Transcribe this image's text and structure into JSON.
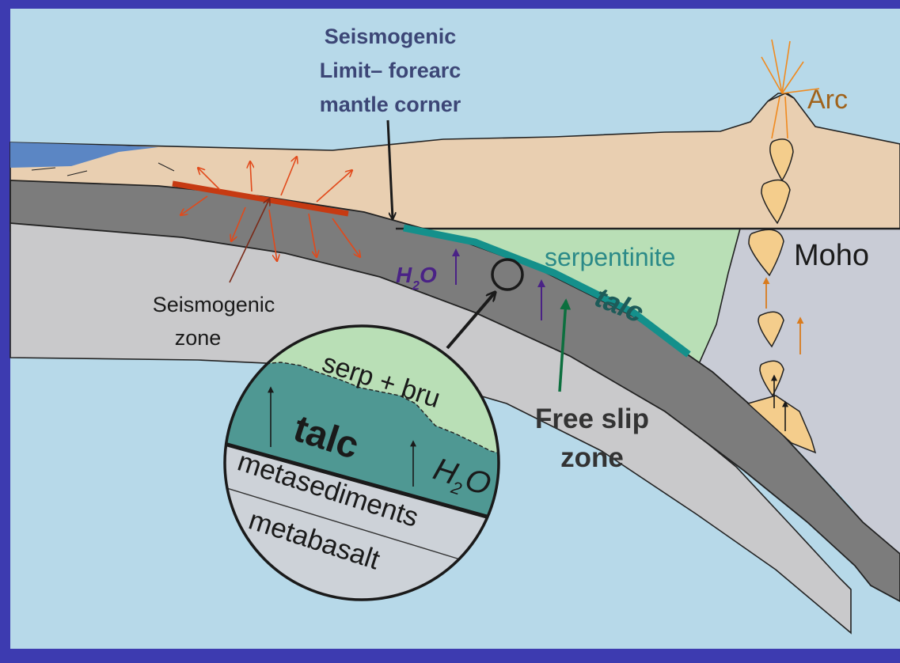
{
  "labels": {
    "title_line1": "Seismogenic",
    "title_line2": "Limit– forearc",
    "title_line3": "mantle corner",
    "arc": "Arc",
    "moho": "Moho",
    "serpentinite": "serpentinite",
    "talc_slab": "talc",
    "water_main": "H",
    "water_sub": "2",
    "water_o": "O",
    "seismogenic_zone_1": "Seismogenic",
    "seismogenic_zone_2": "zone",
    "free_slip_1": "Free slip",
    "free_slip_2": "zone"
  },
  "inset": {
    "serp_bru": "serp + bru",
    "talc": "talc",
    "water_main": "H",
    "water_sub": "2",
    "water_o": "O",
    "metasediments": "metasediments",
    "metabasalt": "metabasalt"
  },
  "colors": {
    "frame": "#3d3bb0",
    "ocean_bg": "#b7d9e9",
    "crust": "#e9cfb1",
    "sea": "#5b86c4",
    "slab_dark": "#7c7c7c",
    "slab_light": "#c9c9cb",
    "mantle_wedge": "#c9ccd6",
    "serpentinite": "#b9dfb6",
    "talc_band": "#14908b",
    "talc_inset": "#4f9893",
    "seismogenic_bar": "#c63a12",
    "stress_arrows": "#e2491a",
    "magma": "#f4cd8c",
    "magma_arrows": "#d97b1d",
    "water_arrows": "#4a2286",
    "free_slip_arrow": "#0c6f3e",
    "title_text": "#3c4676"
  }
}
